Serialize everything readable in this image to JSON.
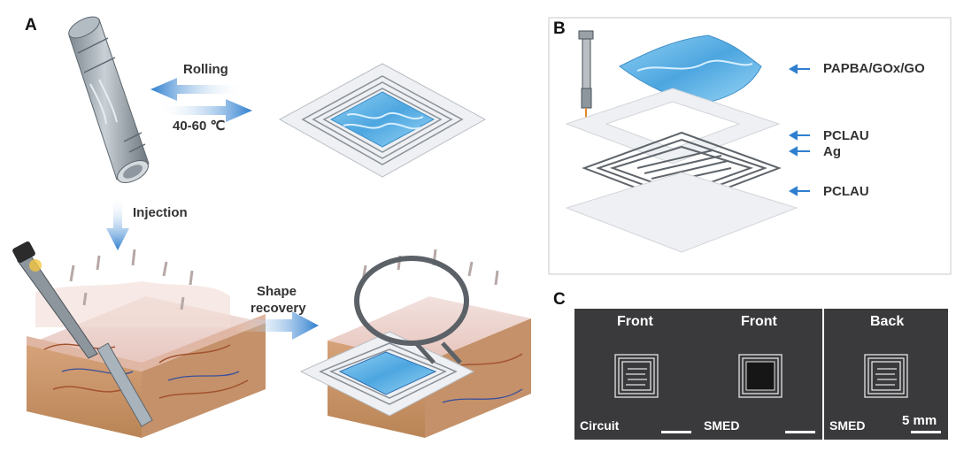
{
  "panel_a": {
    "label": "A",
    "rolling": "Rolling",
    "temperature": "40-60 ℃",
    "injection": "Injection",
    "shape_recovery_line1": "Shape",
    "shape_recovery_line2": "recovery"
  },
  "panel_b": {
    "label": "B",
    "layers": [
      "PAPBA/GOx/GO",
      "PCLAU",
      "Ag",
      "PCLAU"
    ]
  },
  "panel_c": {
    "label": "C",
    "photos": [
      {
        "title": "Front",
        "caption": "Circuit"
      },
      {
        "title": "Front",
        "caption": "SMED"
      },
      {
        "title": "Back",
        "caption": "SMED"
      }
    ],
    "scale_bar": "5 mm"
  },
  "colors": {
    "arrow_blue": "#2e7fcf",
    "gel_blue": "#6db8e8",
    "photo_bg": "#3a3a3c"
  }
}
